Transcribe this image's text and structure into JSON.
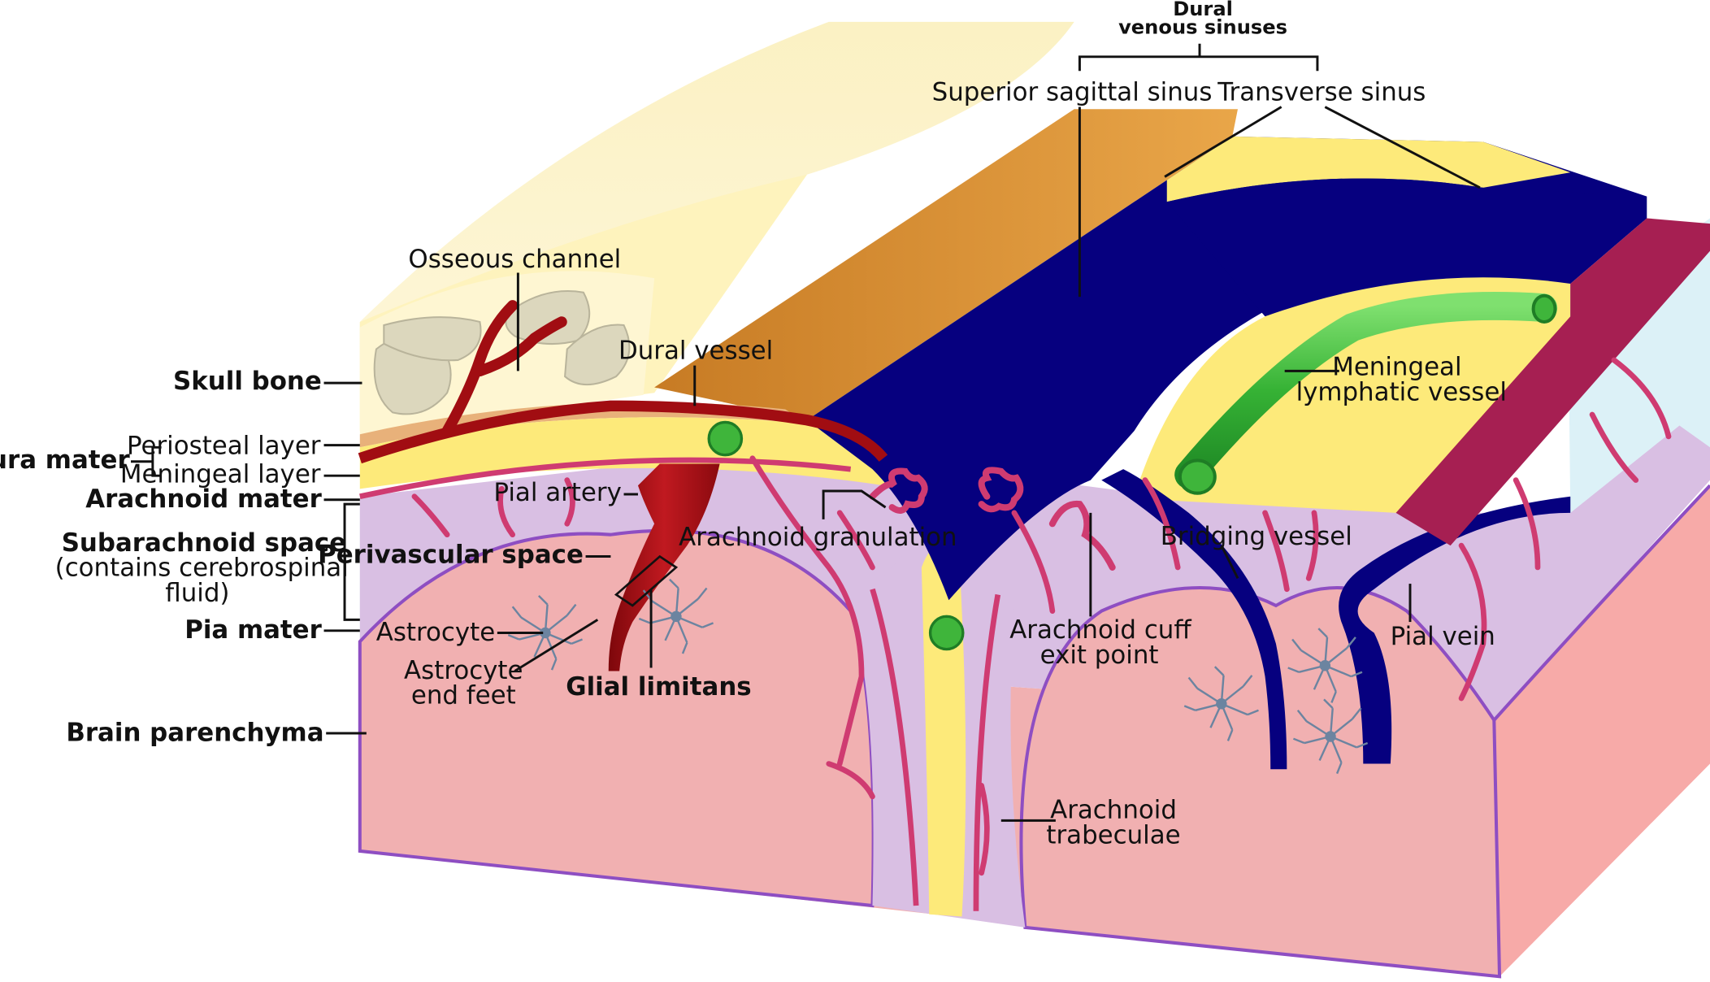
{
  "colors": {
    "skull_top": "#fdf6cf",
    "skull_front": "#fef3bd",
    "bone_cell": "#dcd7bd",
    "dura_bone_brown": "#d99332",
    "dura_yellow": "#fdea7a",
    "sinus_blue": "#06007f",
    "artery_red": "#a10d12",
    "pink_vessel": "#cf3b71",
    "arachnoid_lavender": "#d9bfe3",
    "brain_pink": "#f1b0b1",
    "brain_side": "#f7aaa8",
    "pia_purple": "#8e4ec2",
    "lymphatic_green": "#3fb53b",
    "dural_maroon": "#a61f52",
    "csf_blue": "#dcf1f7",
    "astrocyte_gray": "#6c84a0"
  },
  "icons": {
    "lymphatic_node": "green-circle",
    "astrocyte": "star-cell-glyph"
  },
  "labels": {
    "dural_sinuses_title": [
      "Dural",
      "venous sinuses"
    ],
    "superior_sagittal_sinus": "Superior sagittal sinus",
    "transverse_sinus": "Transverse sinus",
    "osseous_channel": "Osseous channel",
    "dural_vessel": "Dural vessel",
    "meningeal_lymphatic_vessel": [
      "Meningeal",
      "lymphatic vessel"
    ],
    "skull_bone": "Skull bone",
    "dura_mater": "Dura mater",
    "periosteal_layer": "Periosteal layer",
    "meningeal_layer": "Meningeal layer",
    "arachnoid_mater": "Arachnoid mater",
    "pial_artery": "Pial artery",
    "arachnoid_granulation": "Arachnoid granulation",
    "bridging_vessel": "Bridging vessel",
    "subarachnoid_space": "Subarachnoid space",
    "subarachnoid_space_note": [
      "(contains cerebrospinal",
      "fluid)"
    ],
    "perivascular_space": "Perivascular space",
    "pia_mater": "Pia mater",
    "astrocyte": "Astrocyte",
    "astrocyte_end_feet": [
      "Astrocyte",
      "end feet"
    ],
    "glial_limitans": "Glial limitans",
    "arachnoid_cuff_exit_point": [
      "Arachnoid cuff",
      "exit point"
    ],
    "pial_vein": "Pial vein",
    "brain_parenchyma": "Brain parenchyma",
    "arachnoid_trabeculae": [
      "Arachnoid",
      "trabeculae"
    ]
  }
}
